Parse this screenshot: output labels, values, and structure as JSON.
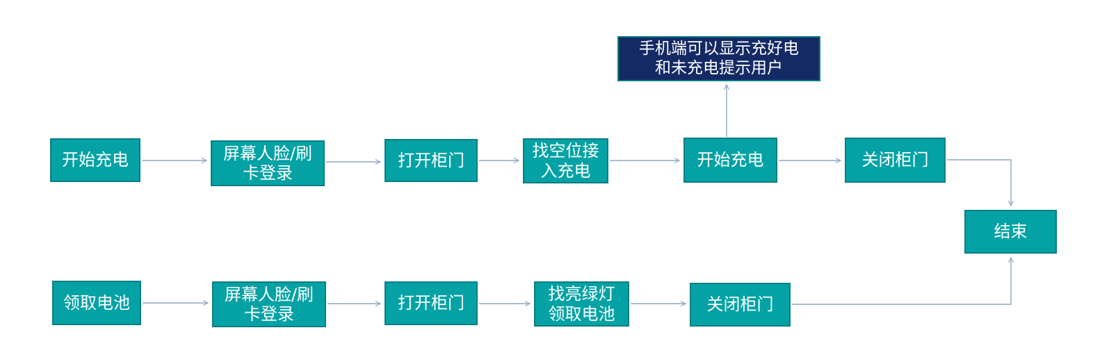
{
  "diagram": {
    "type": "flowchart",
    "background": "#ffffff",
    "colors": {
      "node_fill": "#04a2a4",
      "node_border": "#0b7e82",
      "note_fill": "#142a64",
      "note_border": "#0b7e82",
      "connector": "#8fa6c4",
      "text": "#ffffff"
    },
    "nodes": {
      "top": [
        {
          "id": "t1",
          "label": "开始充电"
        },
        {
          "id": "t2",
          "label": "屏幕人脸/刷\n卡登录"
        },
        {
          "id": "t3",
          "label": "打开柜门"
        },
        {
          "id": "t4",
          "label": "找空位接\n入充电"
        },
        {
          "id": "t5",
          "label": "开始充电"
        },
        {
          "id": "t6",
          "label": "关闭柜门"
        }
      ],
      "bottom": [
        {
          "id": "b1",
          "label": "领取电池"
        },
        {
          "id": "b2",
          "label": "屏幕人脸/刷\n卡登录"
        },
        {
          "id": "b3",
          "label": "打开柜门"
        },
        {
          "id": "b4",
          "label": "找亮绿灯\n领取电池"
        },
        {
          "id": "b5",
          "label": "关闭柜门"
        }
      ],
      "note": {
        "id": "note",
        "label": "手机端可以显示充好电\n和未充电提示用户"
      },
      "end": {
        "id": "end",
        "label": "结束"
      }
    },
    "edges": [
      {
        "from": "t1",
        "to": "t2"
      },
      {
        "from": "t2",
        "to": "t3"
      },
      {
        "from": "t3",
        "to": "t4"
      },
      {
        "from": "t4",
        "to": "t5"
      },
      {
        "from": "t5",
        "to": "note"
      },
      {
        "from": "t5",
        "to": "t6"
      },
      {
        "from": "t6",
        "to": "end"
      },
      {
        "from": "b1",
        "to": "b2"
      },
      {
        "from": "b2",
        "to": "b3"
      },
      {
        "from": "b3",
        "to": "b4"
      },
      {
        "from": "b4",
        "to": "b5"
      },
      {
        "from": "b5",
        "to": "end"
      }
    ]
  }
}
